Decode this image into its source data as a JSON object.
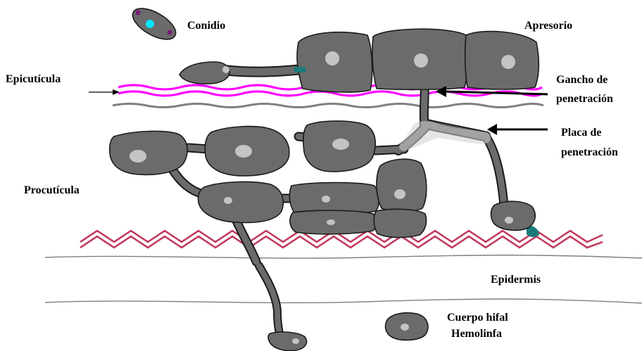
{
  "labels": {
    "conidio": "Conidio",
    "apresorio": "Apresorio",
    "epicuticula": "Epicutícula",
    "gancho_1": "Gancho de",
    "gancho_2": "penetración",
    "placa_1": "Placa de",
    "placa_2": "penetración",
    "procuticula": "Procutícula",
    "epidermis": "Epidermis",
    "cuerpo_hifal": "Cuerpo hifal",
    "hemolinfa": "Hemolinfa"
  },
  "colors": {
    "cell_fill": "#6b6b6b",
    "cell_outline": "#1a1a1a",
    "nucleus": "#c4c4c4",
    "epicuticle": "#ff00ff",
    "procuticle_fibers": "#c23b5e",
    "conidium_spot": "#00e5ff",
    "conidium_dots": "#7a1a7a",
    "mucilage": "#1a7a7a",
    "layer_line": "#808080"
  }
}
